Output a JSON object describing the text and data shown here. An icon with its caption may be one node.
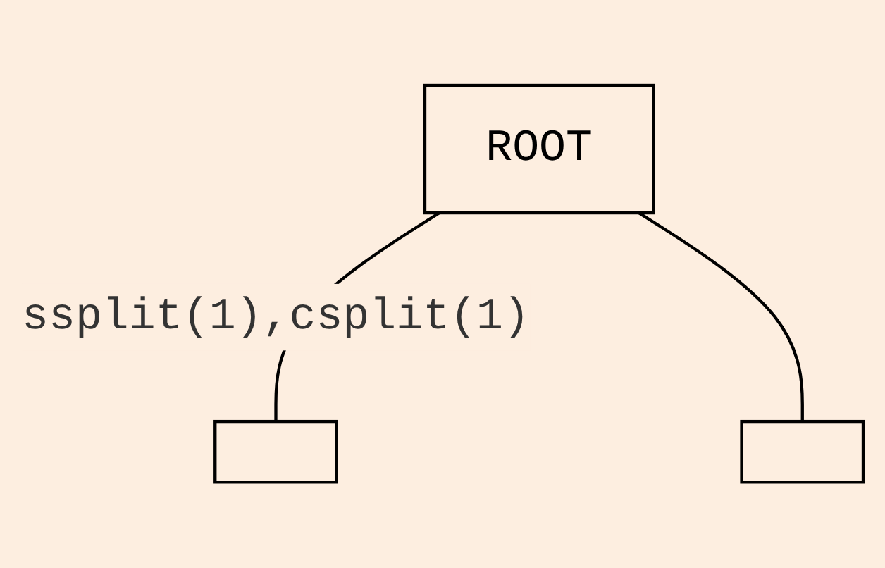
{
  "diagram": {
    "nodes": [
      {
        "text": [
          "ROOT"
        ]
      },
      {
        "text": [],
        "shape": "box"
      },
      {
        "text": [],
        "shape": "box"
      }
    ],
    "edges": [
      {
        "from": 0,
        "to": 1,
        "arrow": "none",
        "label": "ssplit(1),csplit(1)"
      },
      {
        "from": 0,
        "to": 2,
        "arrow": "none"
      }
    ]
  }
}
